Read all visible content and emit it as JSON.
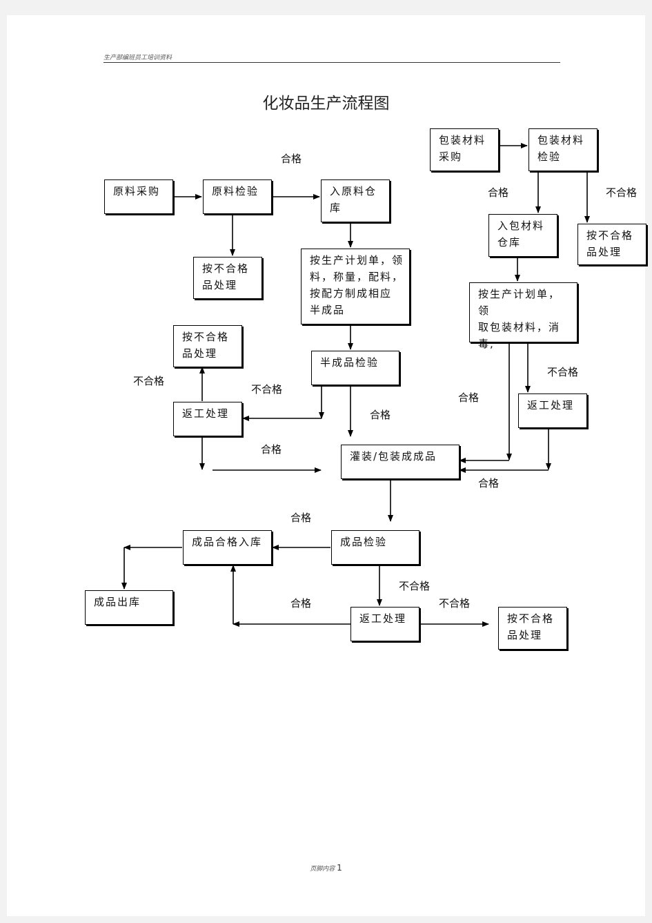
{
  "header": {
    "text": "生产部编班员工培训资料"
  },
  "title": "化妆品生产流程图",
  "boxes": {
    "raw_purchase": "原料采购",
    "raw_inspect": "原料检验",
    "raw_reject": "按不合格\n品处理",
    "raw_warehouse": "入原料仓\n库",
    "plan_semi": "按生产计划单，领\n料，称量，配料，\n按配方制成相应\n半成品",
    "left_reject": "按不合格\n品处理",
    "left_rework": "返工处理",
    "semi_inspect": "半成品检验",
    "filling": "灌装/包装成成品",
    "pack_purchase": "包装材料\n采购",
    "pack_inspect": "包装材料\n检验",
    "pack_warehouse": "入包材料\n仓库",
    "pack_reject": "按不合格\n品处理",
    "plan_pack": "按生产计划单，领\n取包装材料，消\n毒,",
    "right_rework": "返工处理",
    "fg_inspect": "成品检验",
    "fg_warehouse": "成品合格入库",
    "fg_out": "成品出库",
    "bottom_rework": "返工处理",
    "bottom_reject": "按不合格\n品处理"
  },
  "labels": {
    "l1": "合格",
    "l2": "合格",
    "l3": "不合格",
    "l4": "不合格",
    "l5": "不合格",
    "l6": "合格",
    "l7": "不合格",
    "l8": "合格",
    "l9": "合格",
    "l10": "合格",
    "l11": "合格",
    "l12": "不合格",
    "l13": "合格",
    "l14": "不合格"
  },
  "footer": {
    "text": "页脚内容",
    "page_number": "1"
  }
}
